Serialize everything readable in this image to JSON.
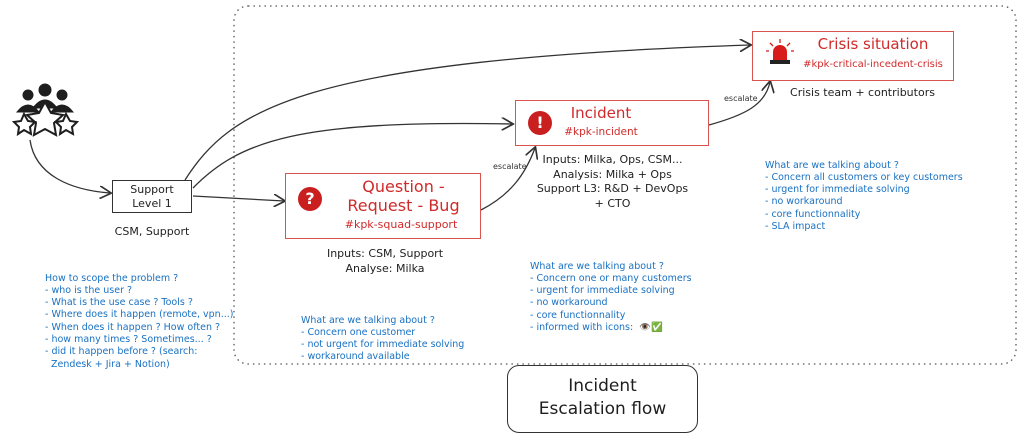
{
  "title": {
    "line1": "Incident",
    "line2": "Escalation flow"
  },
  "support_l1": {
    "line1": "Support",
    "line2": "Level 1",
    "team": "CSM, Support",
    "notes": [
      "How to scope the problem ?",
      "- who is the user ?",
      "- What is the use case ? Tools ?",
      "- Where does it happen (remote, vpn...)",
      "- When does it happen ? How often ?",
      "- how many times ? Sometimes... ?",
      "- did it happen before ? (search:",
      "  Zendesk + Jira + Notion)"
    ]
  },
  "question": {
    "line1": "Question -",
    "line2": "Request - Bug",
    "channel": "#kpk-squad-support",
    "inputs": "Inputs: CSM, Support",
    "analyse": "Analyse: Milka",
    "notes": [
      "What are we talking about ?",
      "- Concern one customer",
      "- not urgent for immediate solving",
      "- workaround available"
    ]
  },
  "incident": {
    "title": "Incident",
    "channel": "#kpk-incident",
    "lines": [
      "Inputs: Milka, Ops, CSM...",
      "Analysis: Milka + Ops",
      "Support L3: R&D + DevOps",
      "+ CTO"
    ],
    "notes": [
      "What are we talking about ?",
      "- Concern one or many customers",
      "- urgent for immediate solving",
      "- no workaround",
      "- core functionnality",
      "- informed with icons:"
    ],
    "icons": "👁️✅"
  },
  "crisis": {
    "title": "Crisis situation",
    "channel": "#kpk-critical-incedent-crisis",
    "team": "Crisis team + contributors",
    "notes": [
      "What are we talking about ?",
      "- Concern all customers or key customers",
      "- urgent for immediate solving",
      "- no workaround",
      "- core functionnality",
      "- SLA impact"
    ]
  },
  "arrows": {
    "escalate1": "escalate",
    "escalate2": "escalate"
  },
  "colors": {
    "red": "#d02a2a",
    "blue": "#1971c2"
  }
}
